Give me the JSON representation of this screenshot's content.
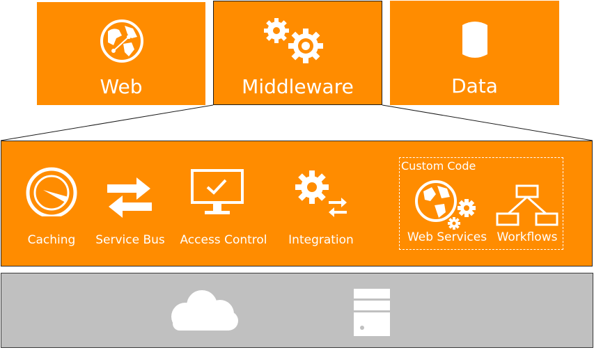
{
  "tiles": {
    "web": {
      "label": "Web",
      "icon": "globe-icon"
    },
    "middleware": {
      "label": "Middleware",
      "icon": "gears-icon"
    },
    "data": {
      "label": "Data",
      "icon": "database-icon"
    }
  },
  "middleware_services": {
    "caching": {
      "label": "Caching",
      "icon": "speedometer-icon"
    },
    "service_bus": {
      "label": "Service Bus",
      "icon": "swap-arrows-icon"
    },
    "access_control": {
      "label": "Access Control",
      "icon": "monitor-check-icon"
    },
    "integration": {
      "label": "Integration",
      "icon": "gear-arrows-icon"
    }
  },
  "custom_code": {
    "title": "Custom Code",
    "web_services": {
      "label": "Web Services",
      "icon": "globe-gears-icon"
    },
    "workflows": {
      "label": "Workflows",
      "icon": "flowchart-icon"
    }
  },
  "infrastructure": {
    "cloud": {
      "icon": "cloud-icon"
    },
    "server": {
      "icon": "server-icon"
    }
  },
  "colors": {
    "accent": "#ff8c00",
    "infra": "#c0c0c0",
    "foreground": "#ffffff"
  }
}
